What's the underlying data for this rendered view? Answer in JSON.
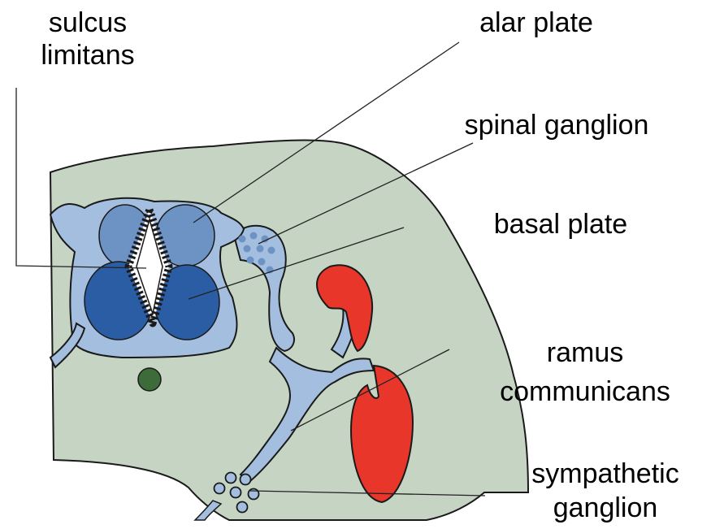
{
  "labels": {
    "sulcus_limitans": [
      "sulcus",
      "limitans"
    ],
    "alar_plate": "alar plate",
    "spinal_ganglion": "spinal ganglion",
    "basal_plate": "basal plate",
    "ramus_communicans": [
      "ramus",
      "communicans"
    ],
    "sympathetic_ganglion": [
      "sympathetic",
      "ganglion"
    ]
  },
  "colors": {
    "tissue": "#c5d4c3",
    "nerve": "#a3bedf",
    "alar": "#6d93c4",
    "basal": "#2b5da5",
    "vessel": "#e8372a",
    "notochord": "#3d6b3a",
    "outline": "#1a1a1a",
    "leader": "#222222"
  }
}
